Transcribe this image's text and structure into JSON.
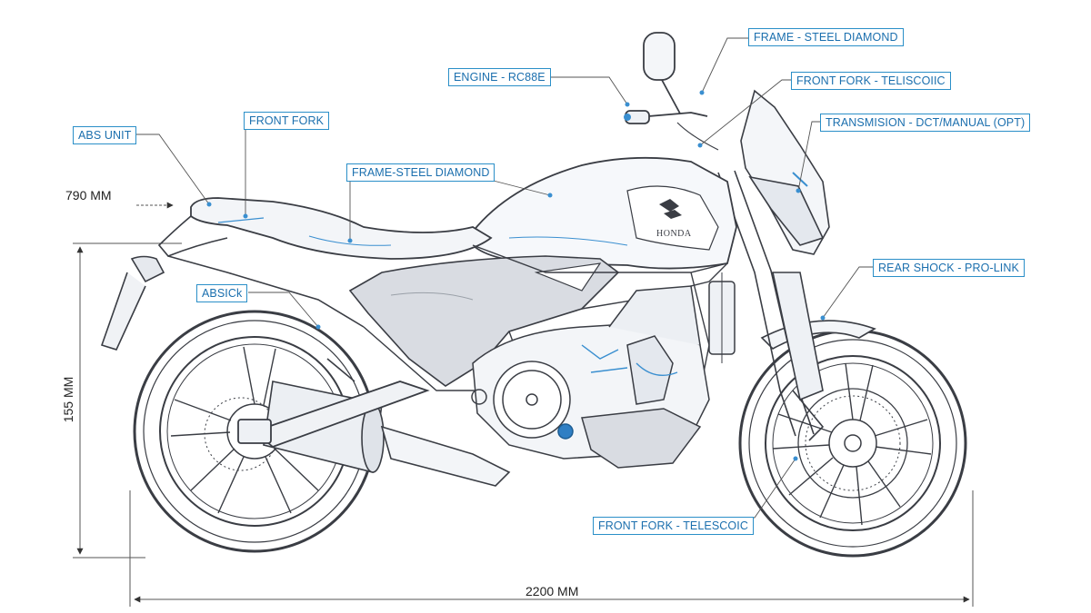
{
  "callouts": {
    "frame_steel_top": "FRAME - STEEL DIAMOND",
    "engine": "ENGINE - RC88E",
    "front_fork_telescoic_top": "FRONT FORK - TELISCOIIC",
    "transmission": "TRANSMISION - DCT/MANUAL (OPT)",
    "abs_unit": "ABS UNIT",
    "front_fork": "FRONT FORK",
    "frame_steel_mid": "FRAME-STEEL DIAMOND",
    "rear_shock": "REAR SHOCK - PRO-LINK",
    "absick": "ABSICk",
    "front_fork_telescoic_bottom": "FRONT FORK - TELESCOIC"
  },
  "dimensions": {
    "seat_height": "790 MM",
    "ground_clearance": "155 MM",
    "overall_length": "2200 MM"
  },
  "branding": {
    "tank_badge": "HONDA"
  },
  "colors": {
    "callout_border": "#2a8fc8",
    "callout_text": "#1b6fae",
    "line_art": "#3a3d44",
    "accent_blue": "#3a8fd0",
    "side_panel": "#d9dce2"
  }
}
